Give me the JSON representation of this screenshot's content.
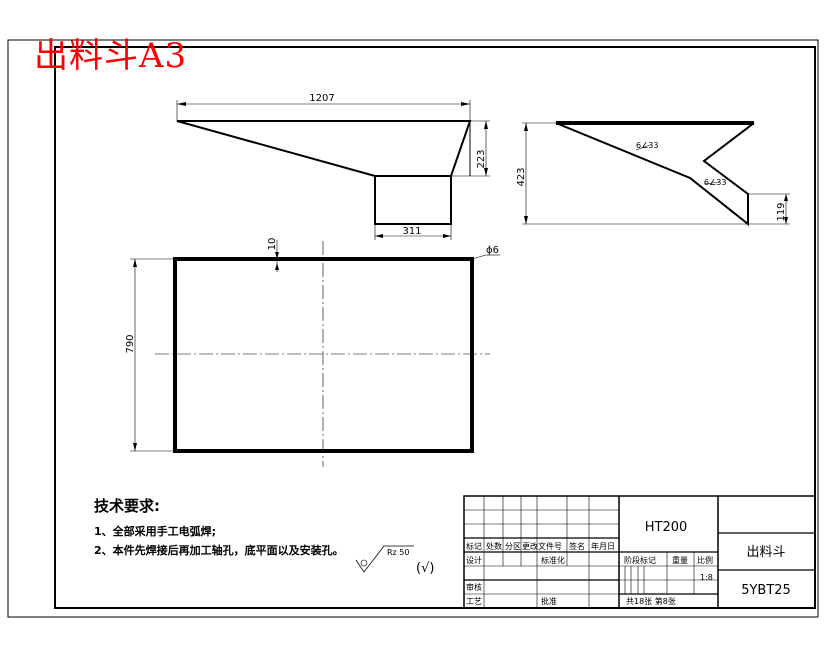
{
  "stamp_title": "出料斗A3",
  "dimensions": {
    "top_width": "1207",
    "chute_height": "223",
    "outlet_width": "311",
    "side_height": "423",
    "side_bottom": "119",
    "plate_height": "790",
    "plate_offset": "10",
    "hole_dia": "ϕ6",
    "weld_1": "6∠33",
    "weld_2": "6∠33"
  },
  "roughness": {
    "symbol_value": "Rz 50",
    "check_mark": "(√)"
  },
  "tech_requirements": {
    "title": "技术要求:",
    "items": [
      "1、全部采用手工电弧焊;",
      "2、本件先焊接后再加工轴孔，底平面以及安装孔。"
    ]
  },
  "title_block": {
    "material": "HT200",
    "part_name": "出料斗",
    "drawing_no": "5YBT25",
    "scale": "1:8",
    "sheet_info": "共18张 第8张",
    "headers": [
      "标记",
      "处数",
      "分区",
      "更改文件号",
      "签名",
      "年月日"
    ],
    "row_design": "设计",
    "row_standard": "标准化",
    "row_check": "审核",
    "row_process": "工艺",
    "row_approve": "批准",
    "stage_mark": "阶段标记",
    "weight": "重量",
    "ratio": "比例"
  }
}
